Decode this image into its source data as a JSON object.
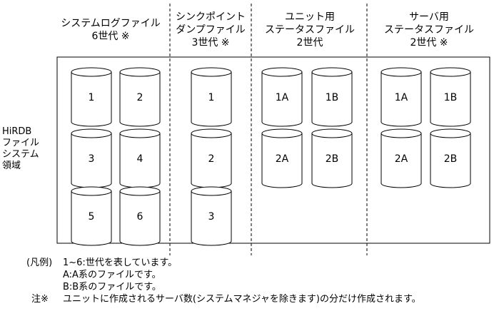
{
  "headers": {
    "col1": [
      "システムログファイル",
      "6世代 ※"
    ],
    "col2": [
      "シンクポイント",
      "ダンプファイル",
      "3世代 ※"
    ],
    "col3": [
      "ユニット用",
      "ステータスファイル",
      "2世代"
    ],
    "col4": [
      "サーバ用",
      "ステータスファイル",
      "2世代 ※"
    ]
  },
  "side_label": [
    "HiRDB",
    "ファイル",
    "システム",
    "領域"
  ],
  "cylinders": {
    "syslog": [
      "1",
      "2",
      "3",
      "4",
      "5",
      "6"
    ],
    "syncpoint": [
      "1",
      "2",
      "3"
    ],
    "unit_status": [
      "1A",
      "1B",
      "2A",
      "2B"
    ],
    "server_status": [
      "1A",
      "1B",
      "2A",
      "2B"
    ]
  },
  "legend": {
    "title": "(凡例)",
    "line1": "1~6:世代を表しています。",
    "line2": "A:A系のファイルです。",
    "line3": "B:B系のファイルです。",
    "note_mark": "注※",
    "note_text": "ユニットに作成されるサーバ数(システムマネジャを除きます)の分だけ作成されます。"
  }
}
